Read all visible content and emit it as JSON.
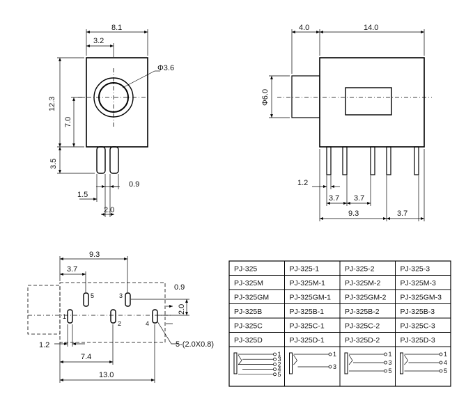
{
  "front_view": {
    "width": "8.1",
    "offset": "3.2",
    "diameter": "Φ3.6",
    "height": "12.3",
    "center_height": "7.0",
    "pin_length": "3.5",
    "pin_spacing": "1.5",
    "pin_width": "0.9",
    "pin_pitch": "2.0"
  },
  "side_view": {
    "nose_length": "4.0",
    "body_length": "14.0",
    "nose_diameter": "Φ6.0",
    "pin_offset": "1.2",
    "pin_pitch_a": "3.7",
    "pin_pitch_b": "3.7",
    "span": "9.3",
    "end_pitch": "3.7"
  },
  "footprint": {
    "span": "9.3",
    "pitch": "3.7",
    "pad_width": "0.9",
    "row_gap": "2.0",
    "edge_offset": "1.2",
    "mid_offset": "7.4",
    "total": "13.0",
    "hole_note": "5-(2.0X0.8)",
    "pin_labels": [
      "1",
      "2",
      "3",
      "4",
      "5"
    ]
  },
  "model_table": {
    "rows": [
      [
        "PJ-325",
        "PJ-325-1",
        "PJ-325-2",
        "PJ-325-3"
      ],
      [
        "PJ-325M",
        "PJ-325M-1",
        "PJ-325M-2",
        "PJ-325M-3"
      ],
      [
        "PJ-325GM",
        "PJ-325GM-1",
        "PJ-325GM-2",
        "PJ-325GM-3"
      ],
      [
        "PJ-325B",
        "PJ-325B-1",
        "PJ-325B-2",
        "PJ-325B-3"
      ],
      [
        "PJ-325C",
        "PJ-325C-1",
        "PJ-325C-2",
        "PJ-325C-3"
      ],
      [
        "PJ-325D",
        "PJ-325D-1",
        "PJ-325D-2",
        "PJ-325D-3"
      ]
    ],
    "schematic_pins": [
      [
        "1",
        "3",
        "2",
        "4",
        "5"
      ],
      [
        "1",
        "3"
      ],
      [
        "1",
        "3",
        "5"
      ],
      [
        "1",
        "4",
        "5"
      ]
    ]
  }
}
